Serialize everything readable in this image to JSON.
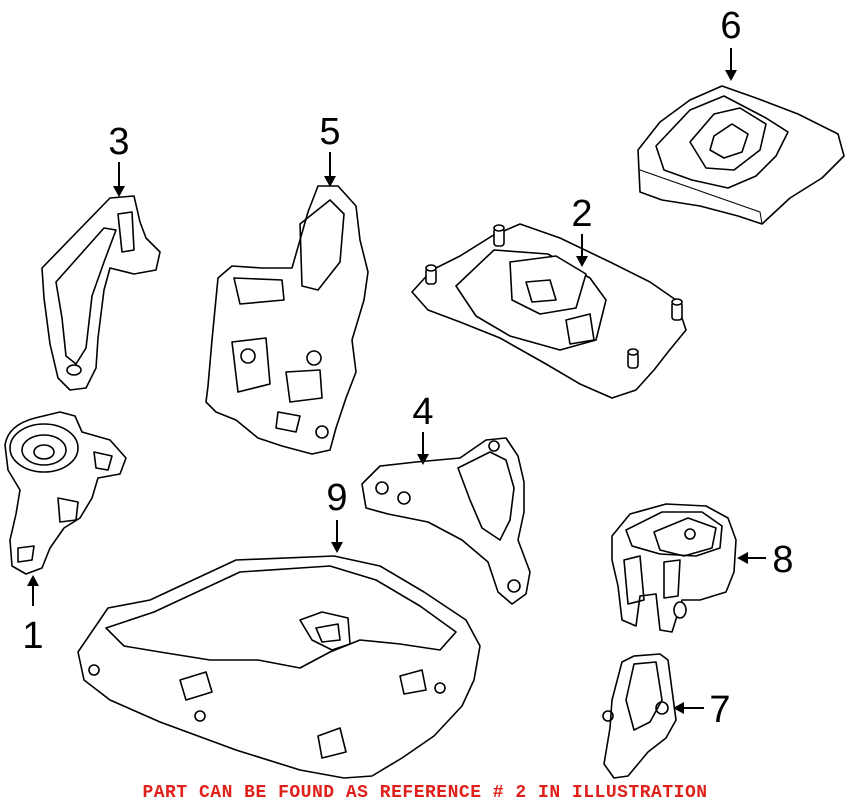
{
  "diagram": {
    "callouts": [
      {
        "id": "1",
        "label": "1"
      },
      {
        "id": "2",
        "label": "2"
      },
      {
        "id": "3",
        "label": "3"
      },
      {
        "id": "4",
        "label": "4"
      },
      {
        "id": "5",
        "label": "5"
      },
      {
        "id": "6",
        "label": "6"
      },
      {
        "id": "7",
        "label": "7"
      },
      {
        "id": "8",
        "label": "8"
      },
      {
        "id": "9",
        "label": "9"
      }
    ],
    "footer_note": "PART CAN BE FOUND AS REFERENCE # 2 IN ILLUSTRATION",
    "colors": {
      "line": "#000000",
      "background": "#ffffff",
      "note": "#e0201a"
    }
  }
}
